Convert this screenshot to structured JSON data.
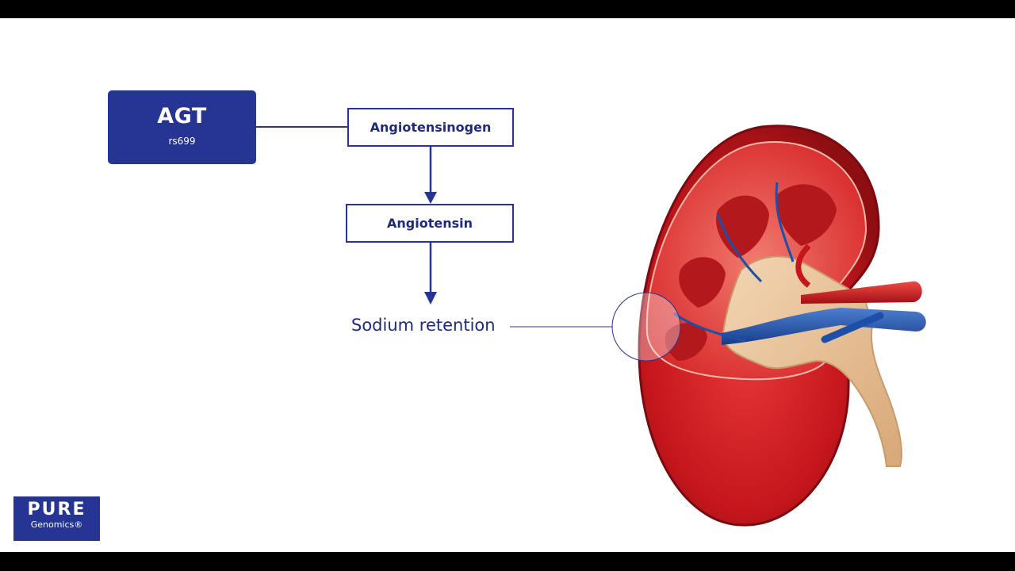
{
  "gene": {
    "name": "AGT",
    "variant": "rs699"
  },
  "flow": {
    "step1": "Angiotensinogen",
    "step2": "Angiotensin",
    "outcome": "Sodium retention"
  },
  "logo": {
    "line1": "PURE",
    "line2": "Genomics®"
  },
  "colors": {
    "brand_navy": "#263494",
    "text_navy": "#1f2a7a",
    "kidney_red": "#c4161c",
    "vein_blue": "#1e4fa8",
    "pelvis_tan": "#e9c39a"
  },
  "icons": [
    "kidney-illustration",
    "magnifier-circle"
  ]
}
